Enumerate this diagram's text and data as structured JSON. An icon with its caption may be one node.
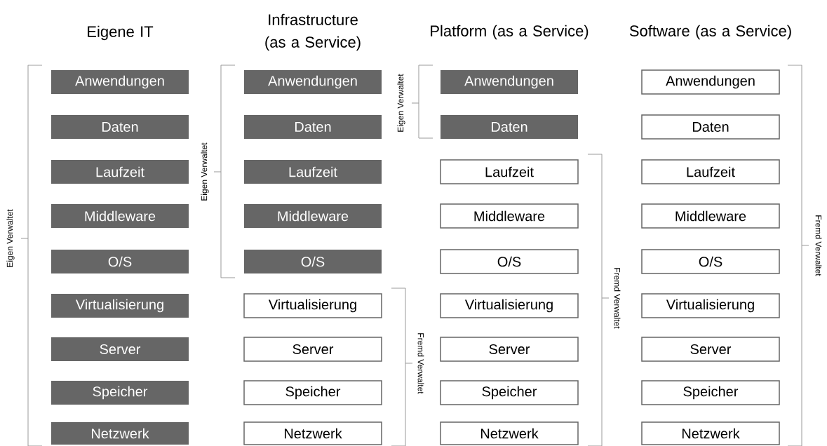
{
  "diagram": {
    "nodes": [
      {
        "text": [
          "Anwendungen"
        ]
      },
      {
        "text": [
          "Daten"
        ]
      },
      {
        "text": [
          "Laufzeit"
        ]
      },
      {
        "text": [
          "Middleware"
        ]
      },
      {
        "text": [
          "O/S"
        ]
      },
      {
        "text": [
          "Virtualisierung"
        ]
      },
      {
        "text": [
          "Server"
        ]
      },
      {
        "text": [
          "Speicher"
        ]
      },
      {
        "text": [
          "Netzwerk"
        ]
      },
      {
        "text": [
          "Anwendungen"
        ]
      },
      {
        "text": [
          "Daten"
        ]
      },
      {
        "text": [
          "Laufzeit"
        ]
      },
      {
        "text": [
          "Middleware"
        ]
      },
      {
        "text": [
          "O/S"
        ]
      },
      {
        "text": [
          "Virtualisierung"
        ]
      },
      {
        "text": [
          "Server"
        ]
      },
      {
        "text": [
          "Speicher"
        ]
      },
      {
        "text": [
          "Netzwerk"
        ]
      },
      {
        "text": [
          "Anwendungen"
        ]
      },
      {
        "text": [
          "Daten"
        ]
      },
      {
        "text": [
          "Laufzeit"
        ]
      },
      {
        "text": [
          "Middleware"
        ]
      },
      {
        "text": [
          "O/S"
        ]
      },
      {
        "text": [
          "Virtualisierung"
        ]
      },
      {
        "text": [
          "Server"
        ]
      },
      {
        "text": [
          "Speicher"
        ]
      },
      {
        "text": [
          "Netzwerk"
        ]
      },
      {
        "text": [
          "Anwendungen"
        ]
      },
      {
        "text": [
          "Daten"
        ]
      },
      {
        "text": [
          "Laufzeit"
        ]
      },
      {
        "text": [
          "Middleware"
        ]
      },
      {
        "text": [
          "O/S"
        ]
      },
      {
        "text": [
          "Virtualisierung"
        ]
      },
      {
        "text": [
          "Server"
        ]
      },
      {
        "text": [
          "Speicher"
        ]
      },
      {
        "text": [
          "Netzwerk"
        ]
      }
    ],
    "labels": [
      "Eigene IT",
      "Infrastructure (as a Service)",
      "Platform (as a Service)",
      "Software (as a Service)",
      "Eigen Verwaltet",
      "Eigen Verwaltet",
      "Fremd Verwaltet",
      "Eigen Verwaltet",
      "Fremd Verwaltet",
      "Fremd Verwaltet"
    ]
  }
}
